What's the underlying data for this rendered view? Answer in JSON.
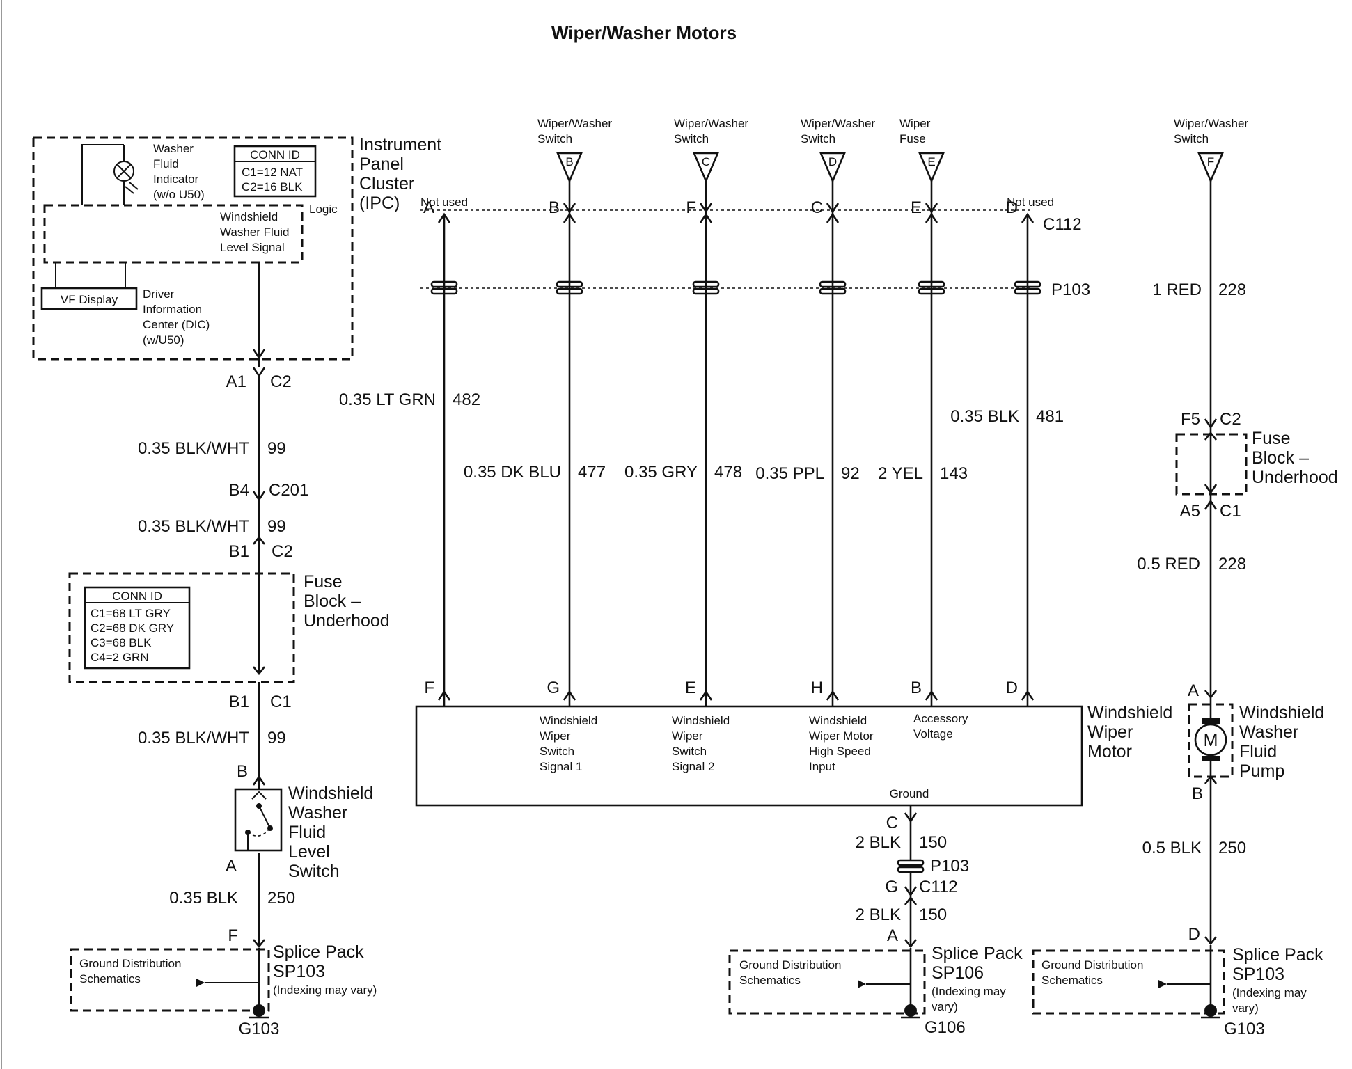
{
  "title": "Wiper/Washer Motors",
  "ipc": {
    "name": [
      "Instrument",
      "Panel",
      "Cluster",
      "(IPC)"
    ],
    "indicator": [
      "Washer",
      "Fluid",
      "Indicator",
      "(w/o U50)"
    ],
    "conn_title": "CONN ID",
    "conn": [
      "C1=12 NAT",
      "C2=16 BLK"
    ],
    "logic": "Logic",
    "signal": [
      "Windshield",
      "Washer Fluid",
      "Level Signal"
    ],
    "vf": "VF Display",
    "dic": [
      "Driver",
      "Information",
      "Center (DIC)",
      "(w/U50)"
    ]
  },
  "left": {
    "a1": "A1",
    "c2a": "C2",
    "w1": "0.35 BLK/WHT",
    "c99a": "99",
    "b4": "B4",
    "c201": "C201",
    "w2": "0.35 BLK/WHT",
    "c99b": "99",
    "b1a": "B1",
    "c2b": "C2",
    "fuse_name": [
      "Fuse",
      "Block –",
      "Underhood"
    ],
    "conn_title": "CONN ID",
    "conn": [
      "C1=68 LT GRY",
      "C2=68 DK GRY",
      "C3=68 BLK",
      "C4=2 GRN"
    ],
    "b1b": "B1",
    "c1": "C1",
    "w3": "0.35 BLK/WHT",
    "c99c": "99",
    "pinB": "B",
    "switch_name": [
      "Windshield",
      "Washer",
      "Fluid",
      "Level",
      "Switch"
    ],
    "pinA": "A",
    "w4": "0.35 BLK",
    "c250": "250",
    "pinF": "F",
    "gd": [
      "Ground Distribution",
      "Schematics"
    ],
    "splice": [
      "Splice Pack",
      "SP103",
      "(Indexing may vary)"
    ],
    "ground": "G103"
  },
  "center": {
    "sources": [
      {
        "name": [
          "Wiper/Washer",
          "Switch"
        ],
        "letter": "B"
      },
      {
        "name": [
          "Wiper/Washer",
          "Switch"
        ],
        "letter": "C"
      },
      {
        "name": [
          "Wiper/Washer",
          "Switch"
        ],
        "letter": "D"
      },
      {
        "name": [
          "Wiper",
          "Fuse"
        ],
        "letter": "E"
      }
    ],
    "not_used_left": "Not used",
    "not_used_right": "Not used",
    "c112": "C112",
    "p103": "P103",
    "top_pins": [
      "A",
      "B",
      "F",
      "C",
      "E",
      "D"
    ],
    "bottom_pins": [
      "F",
      "G",
      "E",
      "H",
      "B",
      "D"
    ],
    "wires": [
      {
        "label": "0.35 LT GRN",
        "circuit": "482"
      },
      {
        "label": "0.35 DK BLU",
        "circuit": "477"
      },
      {
        "label": "0.35 GRY",
        "circuit": "478"
      },
      {
        "label": "0.35 PPL",
        "circuit": "92"
      },
      {
        "label": "2 YEL",
        "circuit": "143"
      },
      {
        "label": "0.35 BLK",
        "circuit": "481"
      }
    ],
    "motor_labels": [
      [
        "Windshield",
        "Wiper",
        "Switch",
        "Signal 1"
      ],
      [
        "Windshield",
        "Wiper",
        "Switch",
        "Signal 2"
      ],
      [
        "Windshield",
        "Wiper Motor",
        "High Speed",
        "Input"
      ],
      [
        "Accessory",
        "Voltage"
      ]
    ],
    "ground_text": "Ground",
    "motor_name": [
      "Windshield",
      "Wiper",
      "Motor"
    ],
    "g_pinC": "C",
    "g_w1": "2 BLK",
    "g_c150a": "150",
    "g_p103": "P103",
    "g_pinG": "G",
    "g_c112": "C112",
    "g_w2": "2 BLK",
    "g_c150b": "150",
    "g_pinA": "A",
    "gd": [
      "Ground Distribution",
      "Schematics"
    ],
    "splice": [
      "Splice Pack",
      "SP106",
      "(Indexing may",
      "vary)"
    ],
    "ground": "G106"
  },
  "right": {
    "source": {
      "name": [
        "Wiper/Washer",
        "Switch"
      ],
      "letter": "F"
    },
    "w1": "1 RED",
    "c228a": "228",
    "f5": "F5",
    "c2": "C2",
    "fuse_name": [
      "Fuse",
      "Block –",
      "Underhood"
    ],
    "a5": "A5",
    "c1": "C1",
    "w2": "0.5 RED",
    "c228b": "228",
    "pinA": "A",
    "motor_letter": "M",
    "pump_name": [
      "Windshield",
      "Washer",
      "Fluid",
      "Pump"
    ],
    "pinB": "B",
    "w3": "0.5 BLK",
    "c250": "250",
    "pinD": "D",
    "gd": [
      "Ground Distribution",
      "Schematics"
    ],
    "splice": [
      "Splice Pack",
      "SP103",
      "(Indexing may",
      "vary)"
    ],
    "ground": "G103"
  }
}
